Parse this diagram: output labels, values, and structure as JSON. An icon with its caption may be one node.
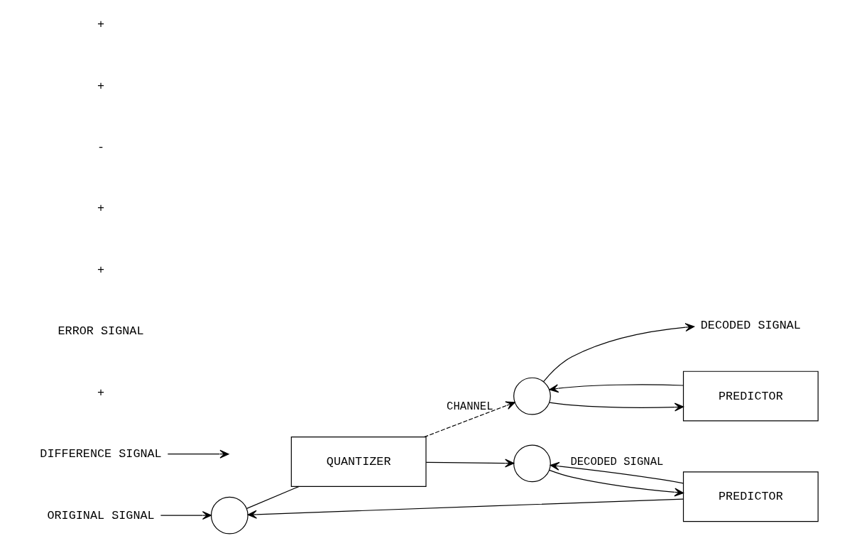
{
  "diagram": {
    "nodes": [
      {
        "text": [
          "ORIGINAL SIGNAL"
        ]
      },
      {
        "text": [],
        "shape": "circle"
      },
      {
        "text": [
          "QUANTIZER"
        ]
      },
      {
        "text": [],
        "shape": "circle"
      },
      {
        "text": [
          "PREDICTOR"
        ]
      },
      {
        "text": [],
        "shape": "circle"
      },
      {
        "text": [
          "PREDICTOR"
        ]
      },
      {
        "text": [
          "DECODED SIGNAL"
        ]
      },
      {
        "text": [
          "DIFFERENCE SIGNAL"
        ]
      }
    ],
    "edges": [
      {
        "from": 0,
        "to": 1,
        "arrow": "to"
      },
      {
        "from": 1,
        "to": 2,
        "arrow": "none"
      },
      {
        "from": 8,
        "to": null,
        "arrow": "to"
      },
      {
        "from": 2,
        "to": 5,
        "arrow": "to",
        "style": "dashed",
        "label": "CHANNEL"
      },
      {
        "from": 2,
        "to": 3,
        "arrow": "to"
      },
      {
        "from": 3,
        "to": 4,
        "arrow": "to"
      },
      {
        "from": 4,
        "to": 1,
        "arrow": "to"
      },
      {
        "from": 4,
        "to": 3,
        "arrow": "to",
        "label": "DECODED SIGNAL"
      },
      {
        "from": 5,
        "to": 7,
        "arrow": "to"
      },
      {
        "from": 5,
        "to": 6,
        "arrow": "to"
      },
      {
        "from": 6,
        "to": 5,
        "arrow": "to"
      }
    ],
    "labels": [
      "+",
      "ERROR SIGNAL",
      "+",
      "+",
      "-",
      "+",
      "+"
    ]
  }
}
